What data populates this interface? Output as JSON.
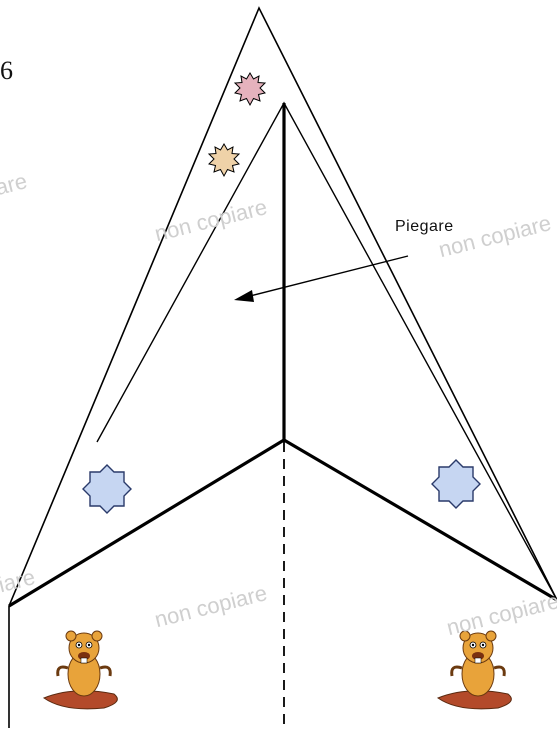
{
  "step_number": "6",
  "fold_instruction": "Piegare",
  "watermark_text": "non copiare",
  "colors": {
    "line": "#000000",
    "watermark": "#cfcfcf",
    "star_blue": "#c6d6f2",
    "burst_pink": "#e5b2bd",
    "burst_beige": "#efd2a8",
    "beaver": "#e8a33a"
  }
}
